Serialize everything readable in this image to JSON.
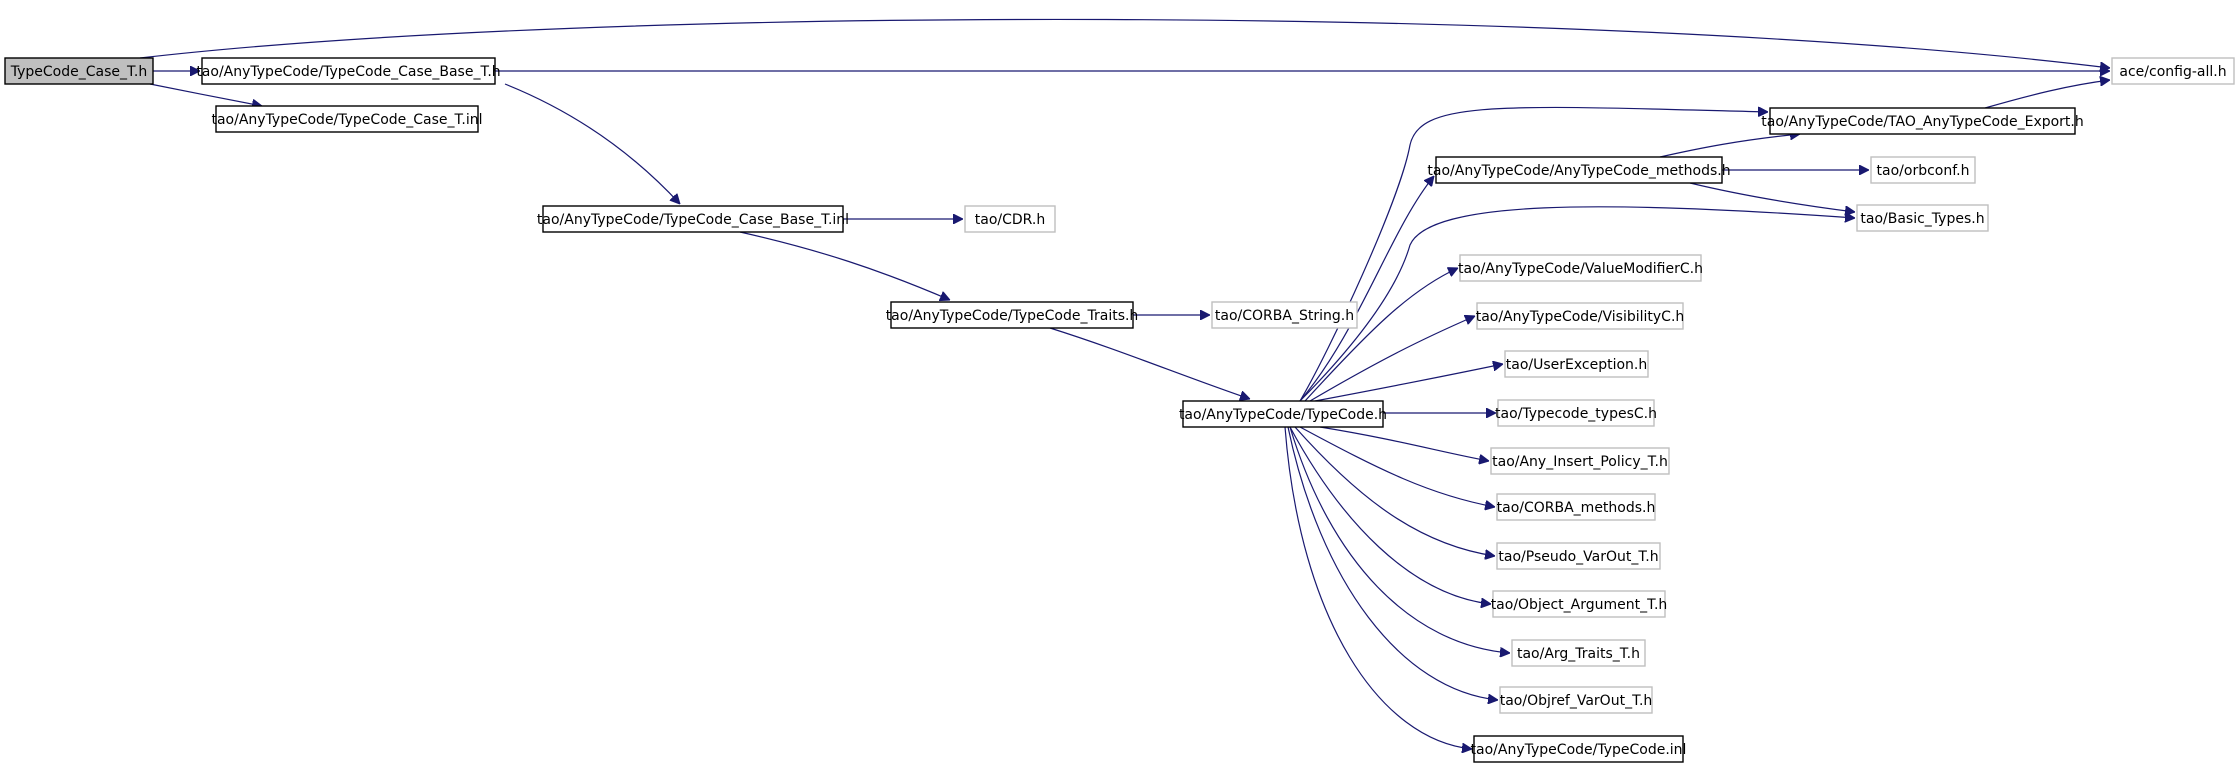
{
  "nodes": [
    {
      "id": "root",
      "label": "TypeCode_Case_T.h",
      "style": "root"
    },
    {
      "id": "case_base_h",
      "label": "tao/AnyTypeCode/TypeCode_Case_Base_T.h",
      "style": "black"
    },
    {
      "id": "case_inl",
      "label": "tao/AnyTypeCode/TypeCode_Case_T.inl",
      "style": "black"
    },
    {
      "id": "config_all",
      "label": "ace/config-all.h",
      "style": "gray"
    },
    {
      "id": "case_base_inl",
      "label": "tao/AnyTypeCode/TypeCode_Case_Base_T.inl",
      "style": "black"
    },
    {
      "id": "cdr",
      "label": "tao/CDR.h",
      "style": "gray"
    },
    {
      "id": "traits",
      "label": "tao/AnyTypeCode/TypeCode_Traits.h",
      "style": "black"
    },
    {
      "id": "corba_string",
      "label": "tao/CORBA_String.h",
      "style": "gray"
    },
    {
      "id": "typecode_h",
      "label": "tao/AnyTypeCode/TypeCode.h",
      "style": "black"
    },
    {
      "id": "export",
      "label": "tao/AnyTypeCode/TAO_AnyTypeCode_Export.h",
      "style": "black"
    },
    {
      "id": "methods",
      "label": "tao/AnyTypeCode/AnyTypeCode_methods.h",
      "style": "black"
    },
    {
      "id": "orbconf",
      "label": "tao/orbconf.h",
      "style": "gray"
    },
    {
      "id": "basic_types",
      "label": "tao/Basic_Types.h",
      "style": "gray"
    },
    {
      "id": "valuemod",
      "label": "tao/AnyTypeCode/ValueModifierC.h",
      "style": "gray"
    },
    {
      "id": "visibility",
      "label": "tao/AnyTypeCode/VisibilityC.h",
      "style": "gray"
    },
    {
      "id": "userexc",
      "label": "tao/UserException.h",
      "style": "gray"
    },
    {
      "id": "typecode_types",
      "label": "tao/Typecode_typesC.h",
      "style": "gray"
    },
    {
      "id": "any_insert",
      "label": "tao/Any_Insert_Policy_T.h",
      "style": "gray"
    },
    {
      "id": "corba_methods",
      "label": "tao/CORBA_methods.h",
      "style": "gray"
    },
    {
      "id": "pseudo_varout",
      "label": "tao/Pseudo_VarOut_T.h",
      "style": "gray"
    },
    {
      "id": "object_arg",
      "label": "tao/Object_Argument_T.h",
      "style": "gray"
    },
    {
      "id": "arg_traits",
      "label": "tao/Arg_Traits_T.h",
      "style": "gray"
    },
    {
      "id": "objref_varout",
      "label": "tao/Objref_VarOut_T.h",
      "style": "gray"
    },
    {
      "id": "typecode_inl",
      "label": "tao/AnyTypeCode/TypeCode.inl",
      "style": "black"
    }
  ],
  "edges": [
    [
      "root",
      "config_all"
    ],
    [
      "root",
      "case_base_h"
    ],
    [
      "root",
      "case_inl"
    ],
    [
      "case_base_h",
      "config_all"
    ],
    [
      "case_base_h",
      "case_base_inl"
    ],
    [
      "case_base_inl",
      "cdr"
    ],
    [
      "case_base_inl",
      "traits"
    ],
    [
      "traits",
      "corba_string"
    ],
    [
      "traits",
      "typecode_h"
    ],
    [
      "typecode_h",
      "export"
    ],
    [
      "typecode_h",
      "methods"
    ],
    [
      "typecode_h",
      "basic_types"
    ],
    [
      "typecode_h",
      "valuemod"
    ],
    [
      "typecode_h",
      "visibility"
    ],
    [
      "typecode_h",
      "userexc"
    ],
    [
      "typecode_h",
      "typecode_types"
    ],
    [
      "typecode_h",
      "any_insert"
    ],
    [
      "typecode_h",
      "corba_methods"
    ],
    [
      "typecode_h",
      "pseudo_varout"
    ],
    [
      "typecode_h",
      "object_arg"
    ],
    [
      "typecode_h",
      "arg_traits"
    ],
    [
      "typecode_h",
      "objref_varout"
    ],
    [
      "typecode_h",
      "typecode_inl"
    ],
    [
      "methods",
      "export"
    ],
    [
      "methods",
      "orbconf"
    ],
    [
      "methods",
      "basic_types"
    ],
    [
      "export",
      "config_all"
    ]
  ]
}
